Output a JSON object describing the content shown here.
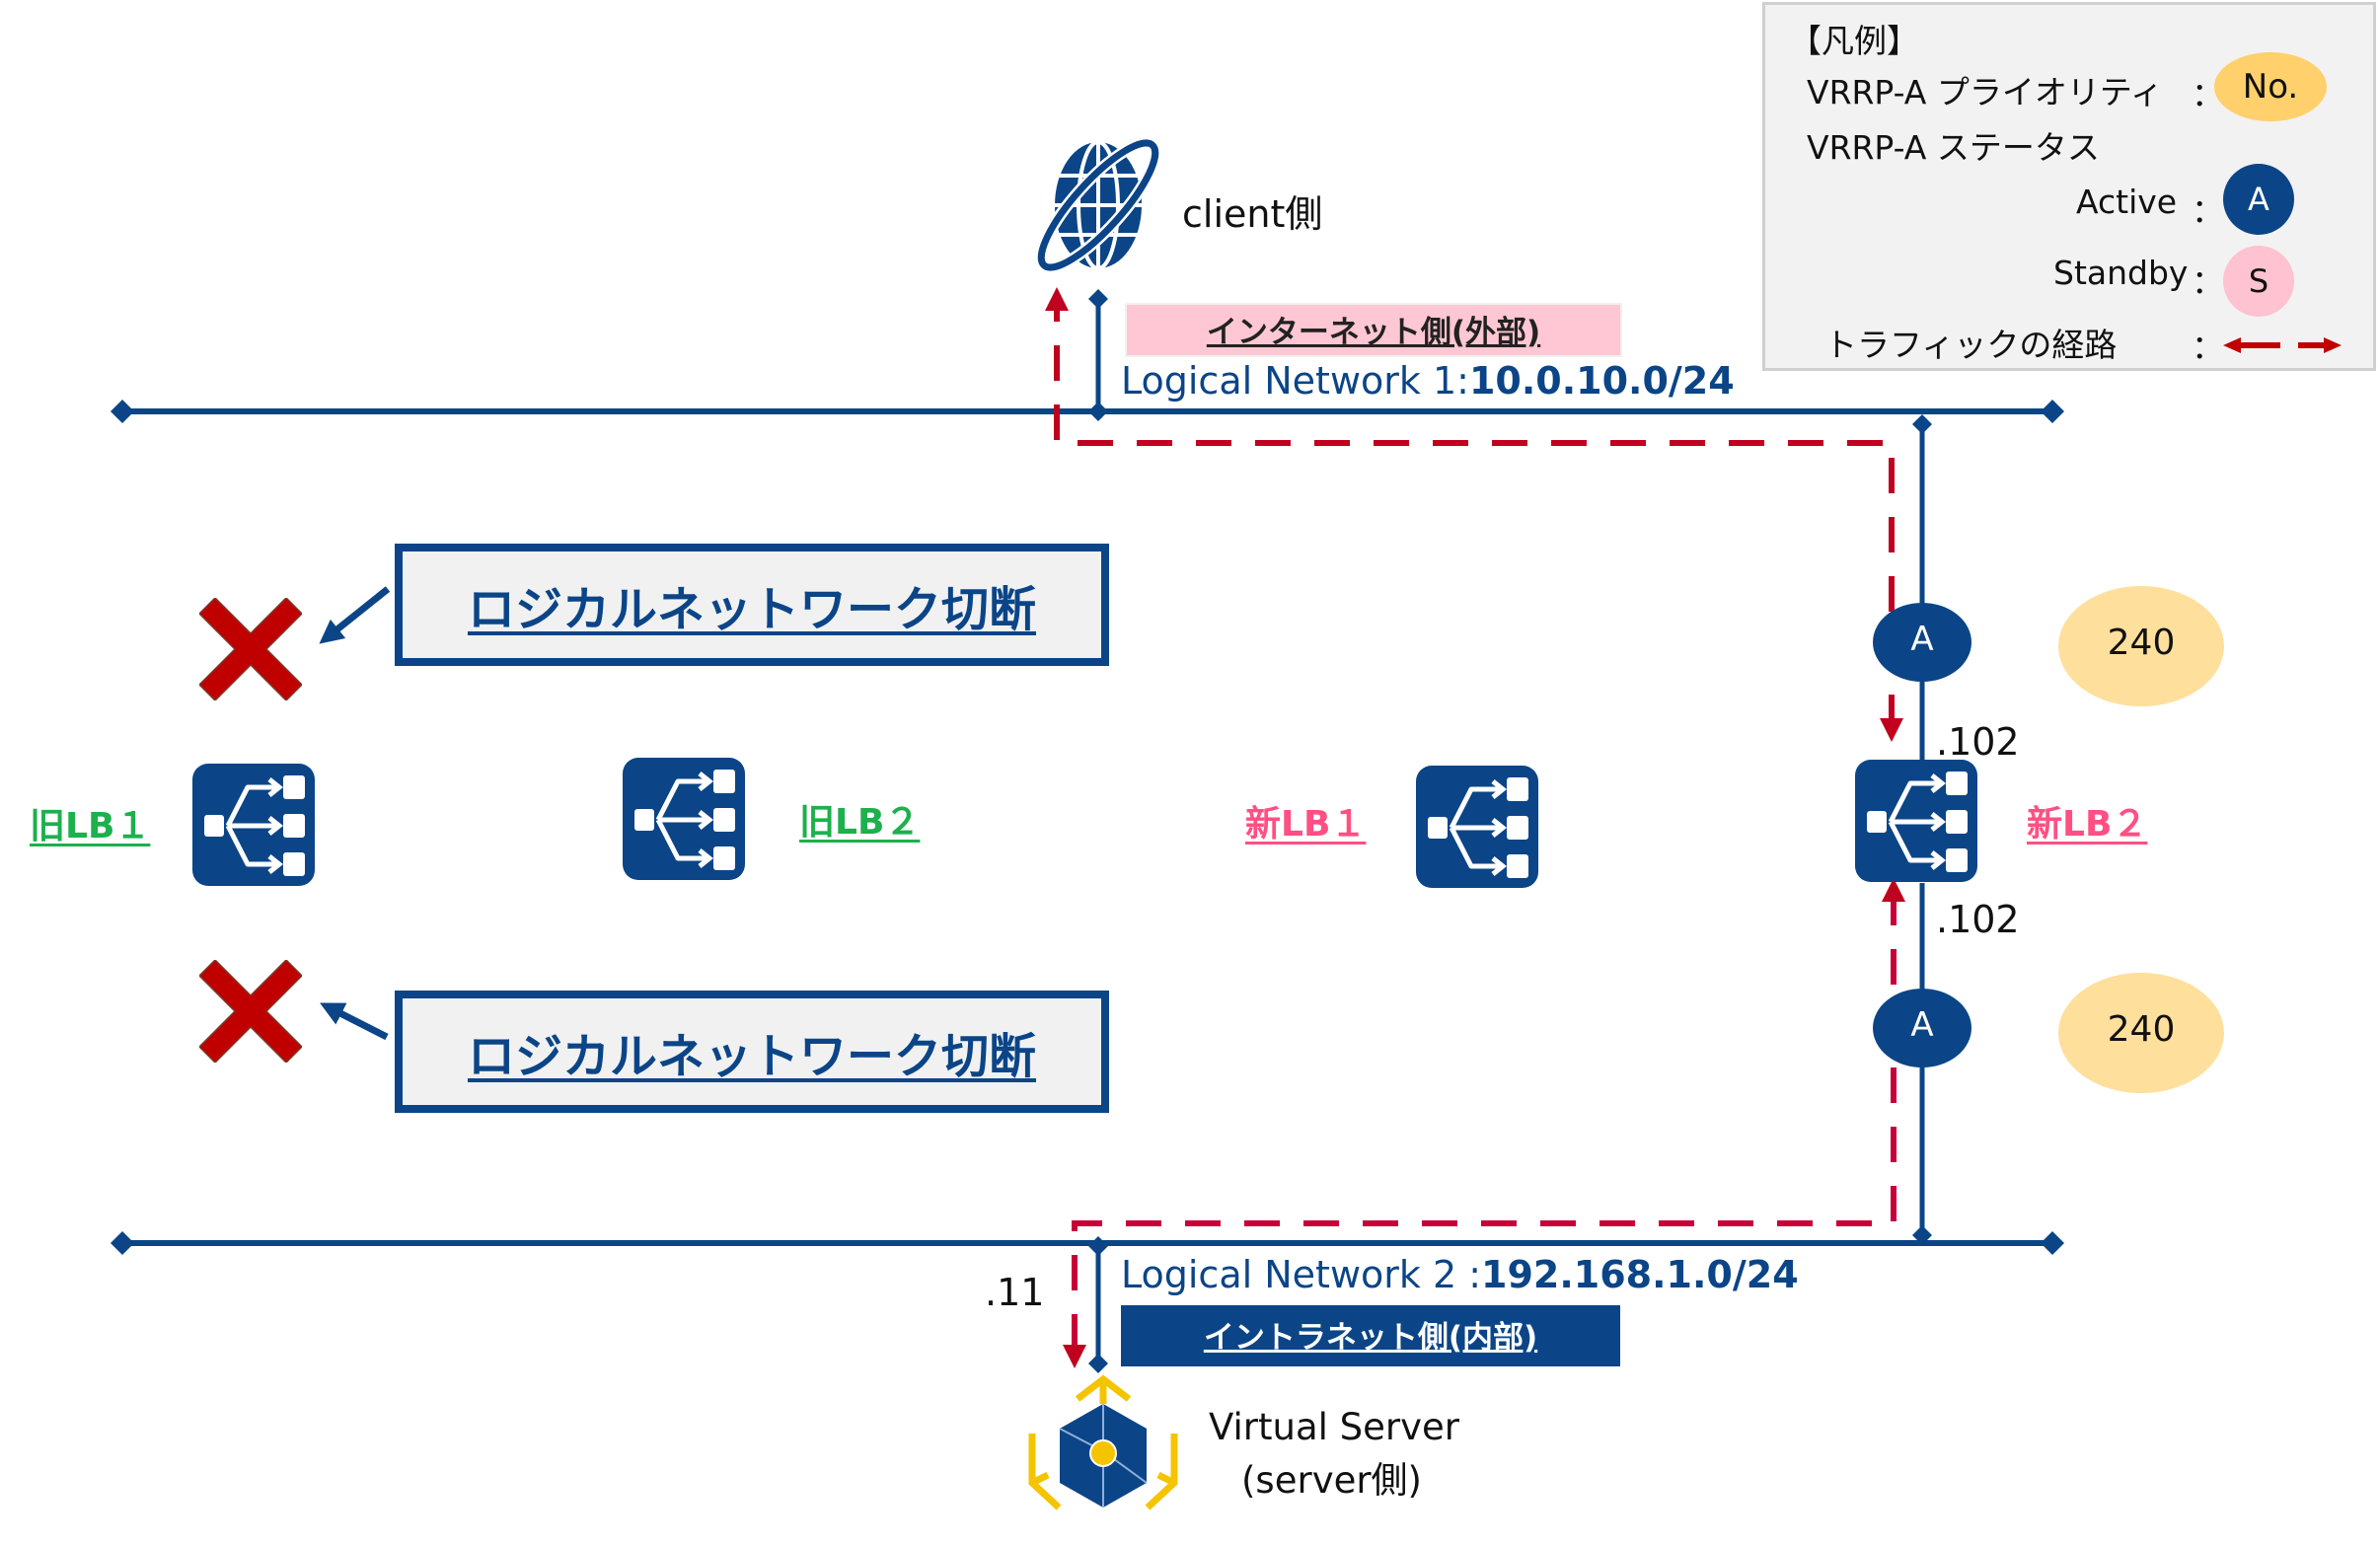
{
  "colors": {
    "navy": "#0b4587",
    "traffic_red": "#c0001f",
    "priority_yellow": "#ffdf9c",
    "legend_priority_yellow": "#ffd06b",
    "standby_pink": "#ffc2d0",
    "internet_zone_pink": "#ffc7d3",
    "old_lb_green": "#1db04d",
    "new_lb_pink": "#ff4f83",
    "cross_red": "#c00000",
    "server_yellow": "#f5c400"
  },
  "legend": {
    "title": "【凡例】",
    "priority_label": "VRRP-A プライオリティ",
    "priority_colon": "：",
    "priority_symbol": "No.",
    "status_label": "VRRP-A ステータス",
    "active_label": "Active",
    "active_colon": "：",
    "active_symbol": "A",
    "standby_label": "Standby",
    "standby_colon": "：",
    "standby_symbol": "S",
    "traffic_label": "トラフィックの経路",
    "traffic_colon": "："
  },
  "client": {
    "label": "client側",
    "icon": "globe-icon"
  },
  "network1": {
    "zone_label": "インターネット側(外部)",
    "name": "Logical Network 1:",
    "subnet": "10.0.10.0/24"
  },
  "network2": {
    "zone_label": "イントラネット側(内部)",
    "name": "Logical Network  2 :",
    "subnet": "192.168.1.0/24"
  },
  "callouts": [
    {
      "text": "ロジカルネットワーク切断"
    },
    {
      "text": "ロジカルネットワーク切断"
    }
  ],
  "load_balancers": [
    {
      "label": "旧LB１",
      "group": "old"
    },
    {
      "label": "旧LB２",
      "group": "old"
    },
    {
      "label": "新LB１",
      "group": "new"
    },
    {
      "label": "新LB２",
      "group": "new"
    }
  ],
  "new_lb2": {
    "upper_interface_ip": ".102",
    "lower_interface_ip": ".102",
    "upper_status": "A",
    "lower_status": "A",
    "upper_priority": "240",
    "lower_priority": "240"
  },
  "server": {
    "ip": ".11",
    "label_line1": "Virtual Server",
    "label_line2": "(server側)",
    "icon": "virtual-server-icon"
  }
}
